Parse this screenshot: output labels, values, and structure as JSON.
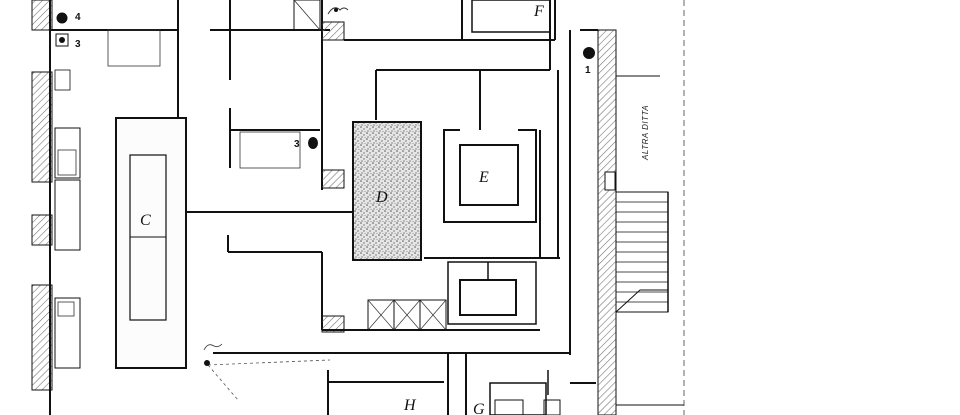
{
  "rooms": {
    "c": "C",
    "d": "D",
    "e": "E",
    "f": "F",
    "g": "G",
    "h": "H"
  },
  "markers": {
    "m1": "1",
    "m3_top": "3",
    "m3_mid": "3",
    "m4": "4"
  },
  "annotations": {
    "altra_ditta": "ALTRA DITTA"
  },
  "colors": {
    "ink": "#111111",
    "hatch": "#777777",
    "paper": "#ffffff"
  }
}
